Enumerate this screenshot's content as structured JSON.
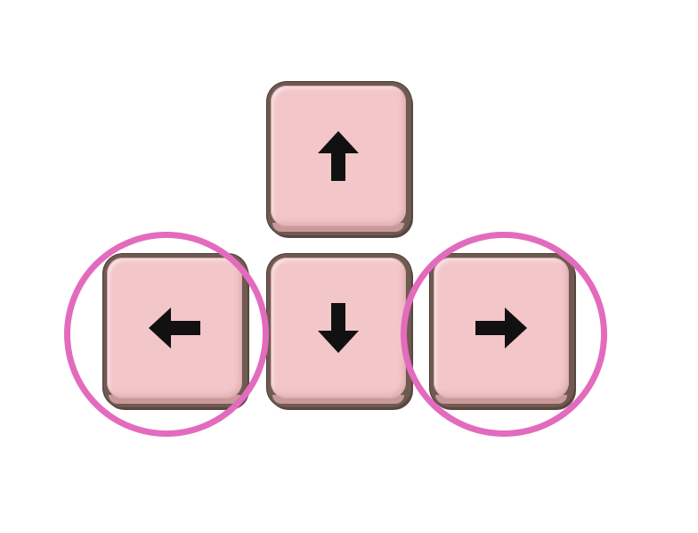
{
  "keys": [
    {
      "id": "up",
      "icon": "arrow-up-icon"
    },
    {
      "id": "left",
      "icon": "arrow-left-icon"
    },
    {
      "id": "down",
      "icon": "arrow-down-icon"
    },
    {
      "id": "right",
      "icon": "arrow-right-icon"
    }
  ],
  "colors": {
    "keycap_face": "#f3c6c9",
    "keycap_border": "#6f5a52",
    "arrow": "#111111",
    "highlight_ring": "#e36bbd"
  },
  "highlighted": [
    "left",
    "right"
  ]
}
